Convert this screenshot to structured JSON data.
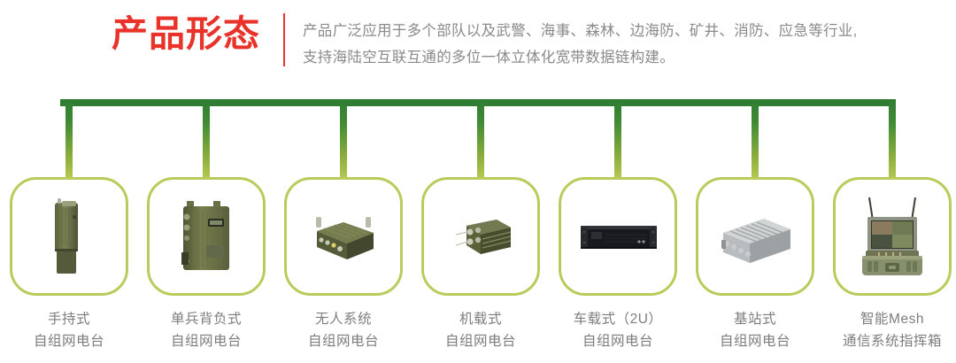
{
  "header": {
    "title": "产品形态",
    "title_color": "#e8322a",
    "divider_color": "#e8322a",
    "description_lines": [
      "产品广泛应用于多个部队以及武警、海事、森林、边海防、矿井、消防、应急等行业,",
      "支持海陆空互联互通的多位一体立体化宽带数据链构建。"
    ],
    "description_color": "#8a8a8a"
  },
  "tree": {
    "trunk_color": "#2f7d33",
    "drop_color_top": "#2f7d33",
    "drop_color_bottom": "#b9cb53"
  },
  "cards": {
    "border_color": "#b9cb5b",
    "items": [
      {
        "index": 1,
        "icon": "handheld-radio-icon",
        "line1": "手持式",
        "line2": "自组网电台"
      },
      {
        "index": 2,
        "icon": "manpack-radio-icon",
        "line1": "单兵背负式",
        "line2": "自组网电台"
      },
      {
        "index": 3,
        "icon": "uav-radio-icon",
        "line1": "无人系统",
        "line2": "自组网电台"
      },
      {
        "index": 4,
        "icon": "airborne-radio-icon",
        "line1": "机载式",
        "line2": "自组网电台"
      },
      {
        "index": 5,
        "icon": "vehicle-rack-2u-icon",
        "line1": "车载式（2U）",
        "line2": "自组网电台"
      },
      {
        "index": 6,
        "icon": "base-station-radio-icon",
        "line1": "基站式",
        "line2": "自组网电台"
      },
      {
        "index": 7,
        "icon": "mesh-command-case-icon",
        "line1": "智能Mesh",
        "line2": "通信系统指挥箱"
      }
    ]
  }
}
